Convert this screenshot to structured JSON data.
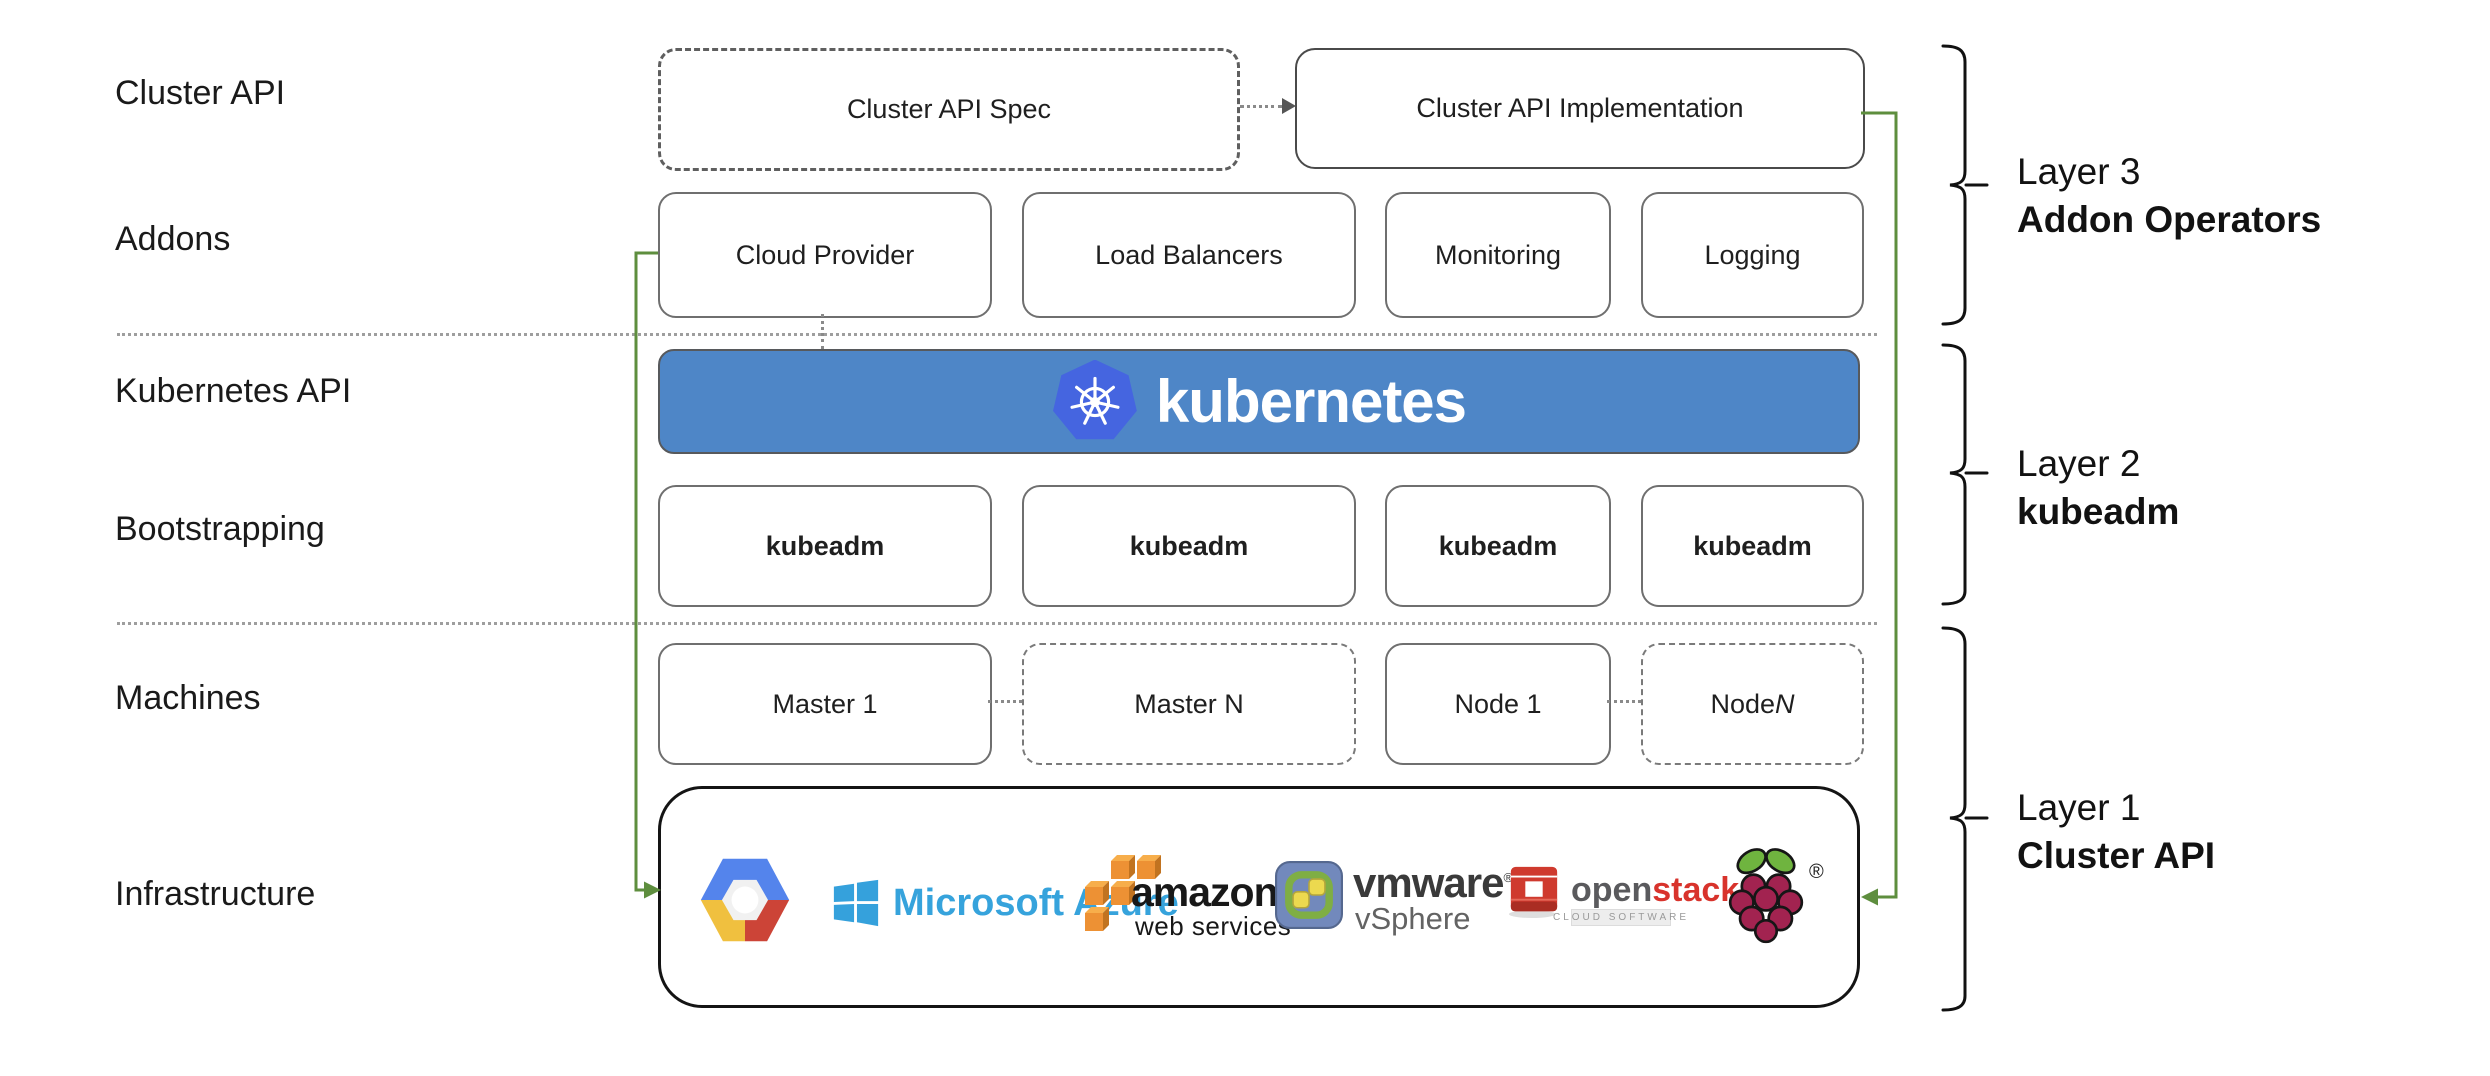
{
  "left_labels": {
    "cluster_api": "Cluster API",
    "addons": "Addons",
    "kubernetes_api": "Kubernetes API",
    "bootstrapping": "Bootstrapping",
    "machines": "Machines",
    "infrastructure": "Infrastructure"
  },
  "cluster_api_row": {
    "spec": "Cluster API Spec",
    "implementation": "Cluster API Implementation"
  },
  "addons_row": {
    "boxes": [
      "Cloud Provider",
      "Load Balancers",
      "Monitoring",
      "Logging"
    ]
  },
  "kubernetes_banner": {
    "wordmark": "kubernetes",
    "logo_icon": "kubernetes-helm-wheel"
  },
  "bootstrapping_row": {
    "boxes": [
      "kubeadm",
      "kubeadm",
      "kubeadm",
      "kubeadm"
    ]
  },
  "machines_row": {
    "boxes": [
      {
        "prefix": "Master 1",
        "suffix": ""
      },
      {
        "prefix": "Master N",
        "suffix": ""
      },
      {
        "prefix": "Node 1",
        "suffix": ""
      },
      {
        "prefix": "Node ",
        "suffix": "N"
      }
    ]
  },
  "infrastructure_row": {
    "icons": [
      "google-cloud-icon",
      "microsoft-azure-icon",
      "aws-cubes-icon",
      "vmware-vsphere-icon",
      "openstack-icon",
      "raspberry-pi-icon"
    ],
    "azure_label": "Microsoft Azure",
    "aws_label": "amazon",
    "aws_sublabel": "web services",
    "vmware_label": "vmware",
    "vmware_mark": "®",
    "vmware_sublabel": "vSphere",
    "openstack_label_open": "open",
    "openstack_label_stack": "stack",
    "openstack_tm": "™",
    "openstack_sublabel": "CLOUD SOFTWARE",
    "raspberry_mark": "®"
  },
  "layers": [
    {
      "line1": "Layer 3",
      "line2": "Addon Operators"
    },
    {
      "line1": "Layer 2",
      "line2": "kubeadm"
    },
    {
      "line1": "Layer 1",
      "line2": "Cluster API"
    }
  ],
  "colors": {
    "arrow_green": "#5e8e3e",
    "banner_blue": "#4e86c7",
    "k8s_logo_blue": "#4565e0",
    "azure_blue": "#36a3dc",
    "aws_orange": "#ed9134",
    "openstack_red": "#d8332c",
    "vmware_icon_blue": "#7289bc",
    "raspberry_crimson": "#a22350",
    "leaf_green": "#6fb43f"
  }
}
